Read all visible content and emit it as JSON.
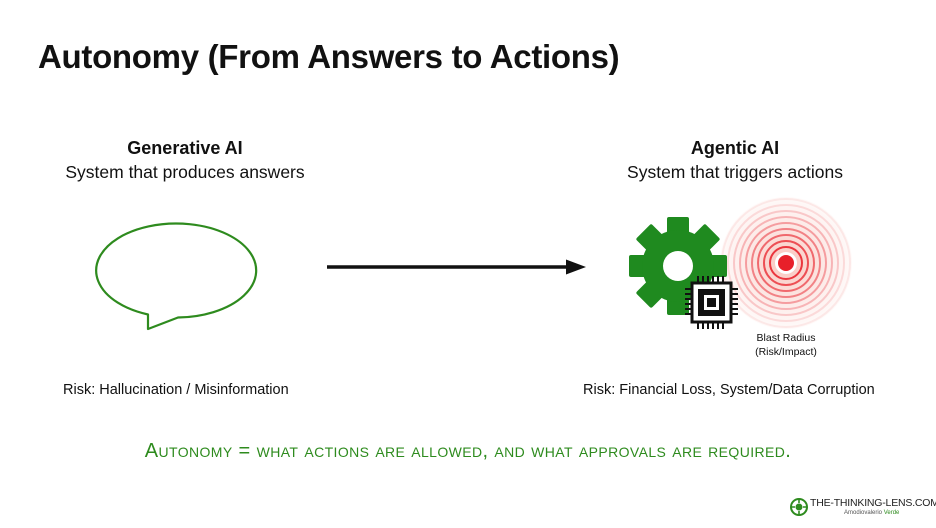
{
  "title": "Autonomy (From Answers to Actions)",
  "generative": {
    "heading": "Generative AI",
    "subheading": "System that produces answers",
    "risk": "Risk: Hallucination / Misinformation"
  },
  "agentic": {
    "heading": "Agentic AI",
    "subheading": "System that triggers actions",
    "risk": "Risk: Financial Loss, System/Data Corruption",
    "blast_label_line1": "Blast Radius",
    "blast_label_line2": "(Risk/Impact)"
  },
  "autonomy_statement": "Autonomy = what actions are allowed, and what approvals are required.",
  "icons": {
    "speech_bubble": "speech-bubble-icon",
    "arrow": "arrow-right-icon",
    "gear": "gear-icon",
    "chip": "chip-icon",
    "target": "blast-radius-icon",
    "brand_logo": "brand-logo-icon"
  },
  "colors": {
    "accent_green": "#2e8b1e",
    "gear_green": "#1f8a1f",
    "blast_red": "#e8202a",
    "text": "#111111"
  },
  "brand": {
    "name": "THE-THINKING-LENS.COM",
    "author_first": "Amodiovalerio",
    "author_last": "Verde"
  }
}
